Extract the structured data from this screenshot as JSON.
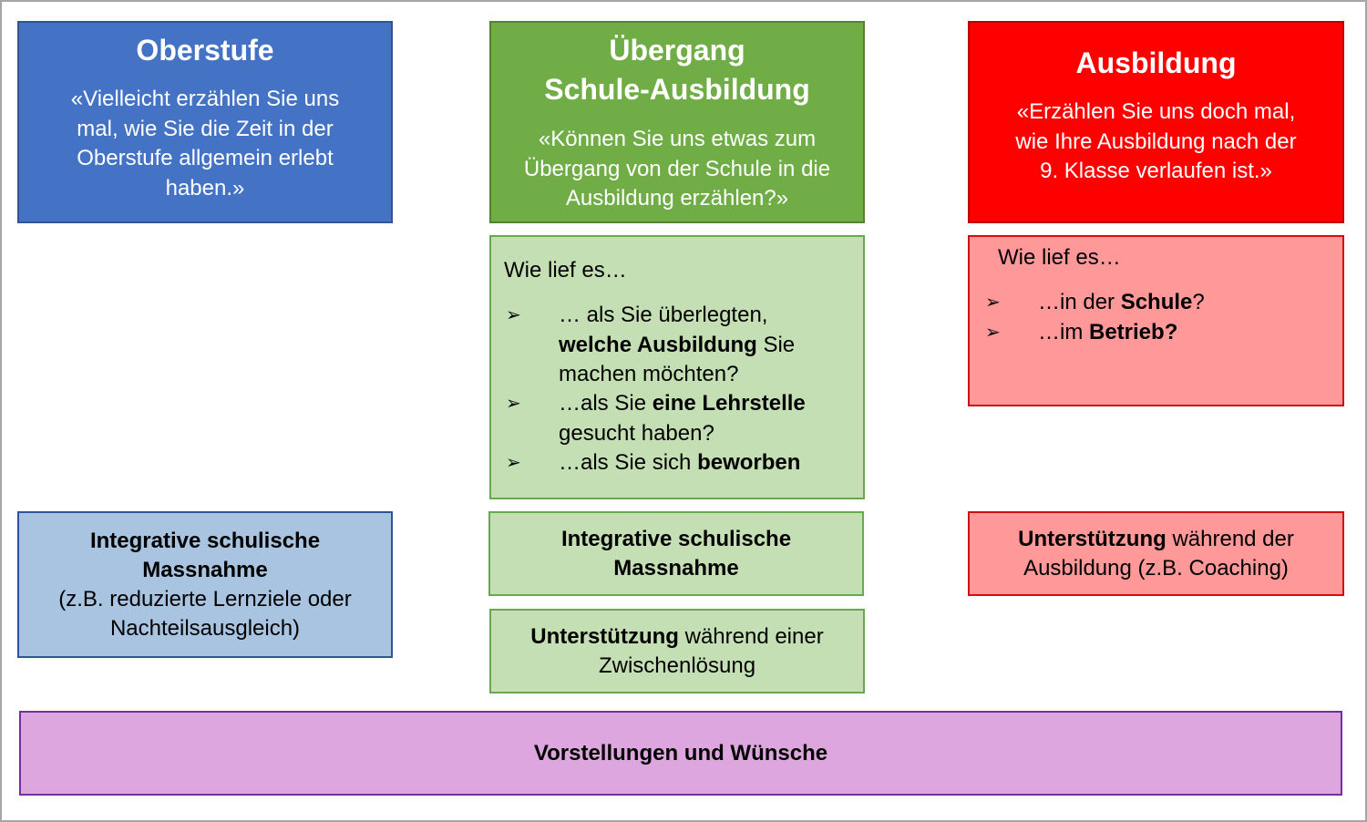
{
  "columns": {
    "oberstufe": {
      "title": "Oberstufe",
      "quote": [
        "«Vielleicht erzählen Sie uns",
        "mal, wie Sie die Zeit in der",
        "Oberstufe allgemein erlebt",
        "haben.»"
      ],
      "color": "#4472c4"
    },
    "uebergang": {
      "title": [
        "Übergang",
        "Schule-Ausbildung"
      ],
      "quote": [
        "«Können Sie uns etwas zum",
        "Übergang von der Schule in die",
        "Ausbildung erzählen?»"
      ],
      "color": "#70ad47"
    },
    "ausbildung": {
      "title": "Ausbildung",
      "quote": [
        "«Erzählen Sie uns doch mal,",
        "wie Ihre Ausbildung nach der",
        "9. Klasse verlaufen ist.»"
      ],
      "color": "#ff0000"
    }
  },
  "uebergang_questions": {
    "intro": "Wie lief es…",
    "bullet_icon": "arrowhead-bullet-icon",
    "items": [
      {
        "lines": [
          [
            "… als Sie überlegten,",
            ""
          ],
          [
            "welche Ausbildung",
            " Sie"
          ],
          [
            "machen möchten?",
            ""
          ]
        ]
      },
      {
        "lines": [
          [
            "…als Sie ",
            "eine Lehrstelle"
          ],
          [
            "gesucht haben?",
            ""
          ]
        ]
      },
      {
        "lines": [
          [
            "…als Sie sich ",
            "beworben"
          ]
        ]
      }
    ]
  },
  "ausbildung_questions": {
    "intro": "Wie lief es…",
    "items": [
      {
        "pre": "…in der ",
        "bold": "Schule",
        "post": "?"
      },
      {
        "pre": "…im ",
        "bold": "Betrieb?",
        "post": ""
      }
    ]
  },
  "support": {
    "oberstufe": {
      "bold": [
        "Integrative schulische",
        "Massnahme"
      ],
      "normal": [
        "(z.B. reduzierte Lernziele oder",
        "Nachteilsausgleich)"
      ]
    },
    "uebergang_1": {
      "bold": [
        "Integrative schulische",
        "Massnahme"
      ]
    },
    "uebergang_2": {
      "bold": "Unterstützung",
      "rest": " während einer",
      "line2": "Zwischenlösung"
    },
    "ausbildung": {
      "bold": "Unterstützung",
      "rest": " während der",
      "line2": "Ausbildung (z.B. Coaching)"
    }
  },
  "footer": {
    "label": "Vorstellungen und Wünsche",
    "color": "#dea6de"
  }
}
